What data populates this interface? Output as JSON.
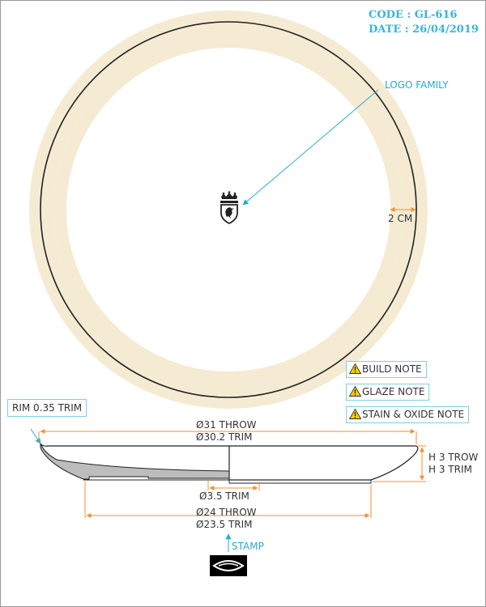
{
  "header": {
    "code": "CODE : GL-616",
    "date": "DATE : 26/04/2019"
  },
  "callouts": {
    "logo_family": "LOGO FAMILY",
    "rim_width": "2 CM",
    "rim_trim": "RIM 0.35 TRIM",
    "stamp": "STAMP"
  },
  "notes": [
    {
      "label": "BUILD NOTE",
      "icon": "warning-icon"
    },
    {
      "label": "GLAZE NOTE",
      "icon": "warning-icon"
    },
    {
      "label": "STAIN & OXIDE NOTE",
      "icon": "warning-icon"
    }
  ],
  "dimensions": {
    "outer_throw": "Ø31 THROW",
    "outer_trim": "Ø30.2 TRIM",
    "height_throw": "H 3 TROW",
    "height_trim": "H 3 TRIM",
    "inner_trim": "Ø3.5 TRIM",
    "foot_throw": "Ø24 THROW",
    "foot_trim": "Ø23.5 TRIM"
  },
  "colors": {
    "rim_fill": "#f5ebd3",
    "dimension_line": "#f0922e",
    "leader_line": "#27a9d4",
    "header_text": "#35b5d8",
    "outline": "#222222",
    "section_fill": "#bdbdbd"
  }
}
